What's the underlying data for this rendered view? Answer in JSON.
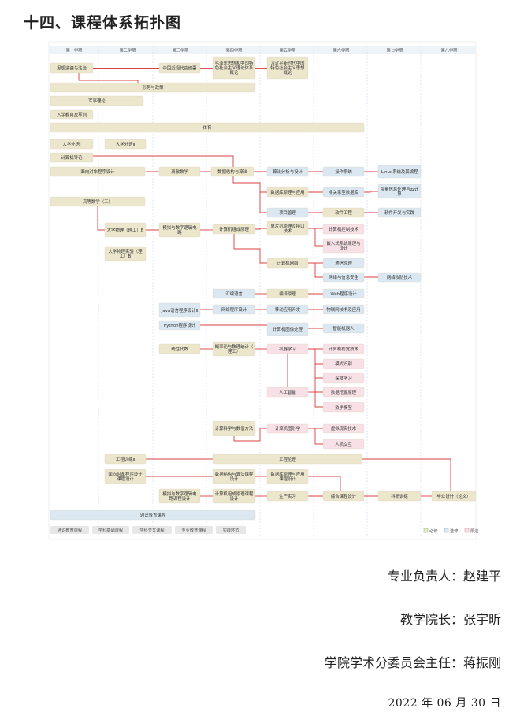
{
  "title": "十四、课程体系拓扑图",
  "semesters": [
    "第一学期",
    "第二学期",
    "第三学期",
    "第四学期",
    "第五学期",
    "第六学期",
    "第七学期",
    "第八学期"
  ],
  "nodes": [
    {
      "id": "n1",
      "label": "思想道德与法治",
      "col": 0
    },
    {
      "id": "n2",
      "label": "中国近现代史纲要",
      "col": 2
    },
    {
      "id": "n3",
      "label": "毛泽东思想和中国特色社会主义理论体系概论",
      "col": 3
    },
    {
      "id": "n4",
      "label": "习近平新时代中国特色社会主义思想概论",
      "col": 4
    },
    {
      "id": "n5",
      "label": "形势与政策",
      "col": 0
    },
    {
      "id": "n6",
      "label": "军事理论",
      "col": 0
    },
    {
      "id": "n7",
      "label": "入学教育及军训",
      "col": 0
    },
    {
      "id": "n8",
      "label": "体育",
      "col": 0
    },
    {
      "id": "n9",
      "label": "大学外语Ⅰ",
      "col": 0
    },
    {
      "id": "n10",
      "label": "大学外语Ⅱ",
      "col": 1
    },
    {
      "id": "n11",
      "label": "计算机导论",
      "col": 0
    },
    {
      "id": "n12",
      "label": "面向对象程序设计",
      "col": 0
    },
    {
      "id": "n13",
      "label": "离散数学",
      "col": 2
    },
    {
      "id": "n14",
      "label": "数据结构与算法",
      "col": 3
    },
    {
      "id": "n15",
      "label": "算法分析与设计",
      "col": 4
    },
    {
      "id": "n16",
      "label": "操作系统",
      "col": 5
    },
    {
      "id": "n17",
      "label": "Linux系统及其编程",
      "col": 6
    },
    {
      "id": "n18",
      "label": "数据库原理与应用",
      "col": 4
    },
    {
      "id": "n19",
      "label": "非关系型数据库",
      "col": 5
    },
    {
      "id": "n20",
      "label": "海量信息处理与云计算",
      "col": 6
    },
    {
      "id": "n21",
      "label": "高等数学（工）",
      "col": 0
    },
    {
      "id": "n22",
      "label": "项目管理",
      "col": 4
    },
    {
      "id": "n23",
      "label": "软件工程",
      "col": 5
    },
    {
      "id": "n24",
      "label": "软件开发与实践",
      "col": 6
    },
    {
      "id": "n25",
      "label": "大学物理（理工）B",
      "col": 1
    },
    {
      "id": "n26",
      "label": "模拟与数字逻辑电路",
      "col": 2
    },
    {
      "id": "n27",
      "label": "计算机组成原理",
      "col": 3
    },
    {
      "id": "n28",
      "label": "单片机原理及接口技术",
      "col": 4
    },
    {
      "id": "n29",
      "label": "计算机控制技术",
      "col": 5
    },
    {
      "id": "n30",
      "label": "嵌入式系统原理与设计",
      "col": 5
    },
    {
      "id": "n31",
      "label": "大学物理实验（理工）B",
      "col": 1
    },
    {
      "id": "n32",
      "label": "计算机网络",
      "col": 4
    },
    {
      "id": "n33",
      "label": "通信原理",
      "col": 5
    },
    {
      "id": "n34",
      "label": "网络与信息安全",
      "col": 5
    },
    {
      "id": "n35",
      "label": "网络攻防技术",
      "col": 6
    },
    {
      "id": "n36",
      "label": "汇编语言",
      "col": 3
    },
    {
      "id": "n37",
      "label": "编译原理",
      "col": 4
    },
    {
      "id": "n38",
      "label": "Web程序设计",
      "col": 5
    },
    {
      "id": "n39",
      "label": "Java语言程序设计Ⅱ",
      "col": 2
    },
    {
      "id": "n40",
      "label": "网络程序设计",
      "col": 3
    },
    {
      "id": "n41",
      "label": "移动应用开发",
      "col": 4
    },
    {
      "id": "n42",
      "label": "物联网技术及应用",
      "col": 5
    },
    {
      "id": "n43",
      "label": "Python程序设计",
      "col": 2
    },
    {
      "id": "n44",
      "label": "计算机图像处理",
      "col": 4
    },
    {
      "id": "n45",
      "label": "智能机器人",
      "col": 5
    },
    {
      "id": "n46",
      "label": "线性代数",
      "col": 2
    },
    {
      "id": "n47",
      "label": "概率论与数理统计（理工）",
      "col": 3
    },
    {
      "id": "n48",
      "label": "机器学习",
      "col": 4
    },
    {
      "id": "n49",
      "label": "计算机视觉技术",
      "col": 5
    },
    {
      "id": "n50",
      "label": "模式识别",
      "col": 5
    },
    {
      "id": "n51",
      "label": "深度学习",
      "col": 5
    },
    {
      "id": "n52",
      "label": "数据挖掘原理",
      "col": 5
    },
    {
      "id": "n53",
      "label": "数学模型",
      "col": 5
    },
    {
      "id": "n54",
      "label": "人工智能",
      "col": 4
    },
    {
      "id": "n55",
      "label": "计算科学与数值方法",
      "col": 3
    },
    {
      "id": "n56",
      "label": "计算机图形学",
      "col": 4
    },
    {
      "id": "n57",
      "label": "虚拟现实技术",
      "col": 5
    },
    {
      "id": "n58",
      "label": "人机交互",
      "col": 5
    },
    {
      "id": "n59",
      "label": "工程训练Ⅱ",
      "col": 1
    },
    {
      "id": "n60",
      "label": "工程伦理",
      "col": 4
    },
    {
      "id": "n61",
      "label": "面向对象程序设计课程设计",
      "col": 1
    },
    {
      "id": "n62",
      "label": "数据结构与算法课程设计",
      "col": 3
    },
    {
      "id": "n63",
      "label": "数据库原理与应用课程设计",
      "col": 4
    },
    {
      "id": "n64",
      "label": "模拟与数字逻辑电路课程设计",
      "col": 2
    },
    {
      "id": "n65",
      "label": "计算机组成原理课程设计",
      "col": 3
    },
    {
      "id": "n66",
      "label": "生产实习",
      "col": 4
    },
    {
      "id": "n67",
      "label": "综合课程设计",
      "col": 5
    },
    {
      "id": "n68",
      "label": "科研训练",
      "col": 6
    },
    {
      "id": "n69",
      "label": "毕业设计（论文）",
      "col": 7
    },
    {
      "id": "n70",
      "label": "通识教育课程",
      "col": 0
    }
  ],
  "legend_categories": [
    "通识教育课程",
    "学科基础课程",
    "学科交叉课程",
    "专业教育课程",
    "实践环节"
  ],
  "legend_types": [
    "必修",
    "选修",
    "限选"
  ],
  "colors": {
    "required": "#ebe6cc",
    "elective": "#dbe8f1",
    "limited": "#f7e1e6",
    "line": "#d9403f"
  },
  "signatures": {
    "major_lead": "专业负责人：赵建平",
    "dean": "教学院长：张宇昕",
    "committee": "学院学术分委员会主任：蒋振刚",
    "date": "2022 年 06 月 30 日"
  }
}
